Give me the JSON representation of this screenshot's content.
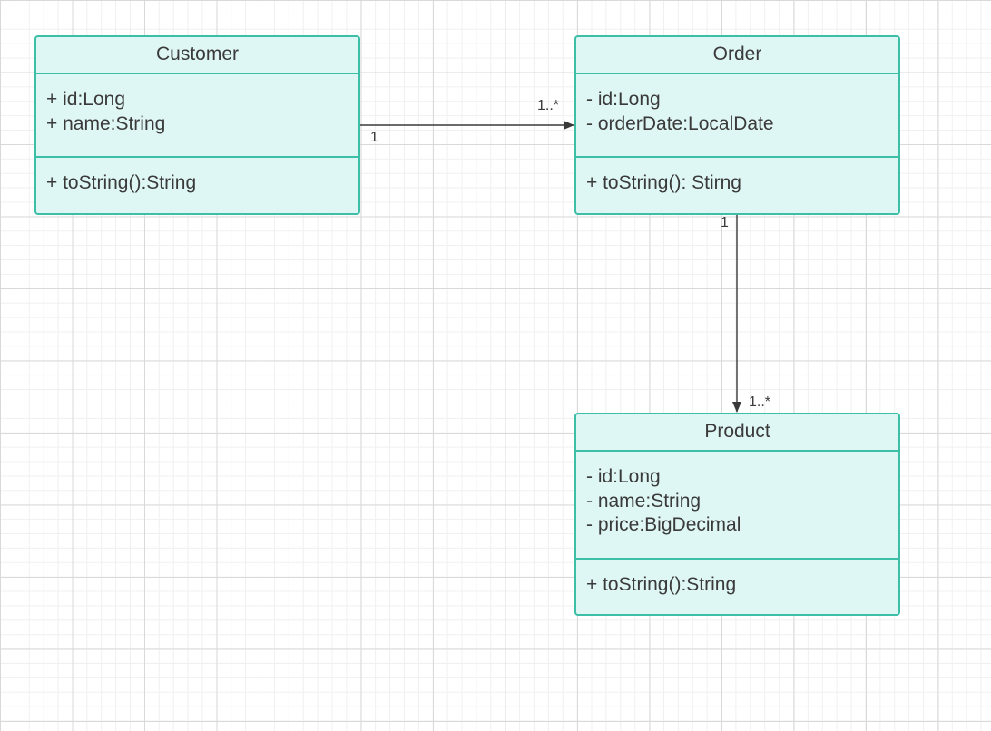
{
  "diagram": {
    "classes": [
      {
        "name": "Customer",
        "attributes": [
          "+ id:Long",
          "+ name:String"
        ],
        "operations": [
          "+ toString():String"
        ]
      },
      {
        "name": "Order",
        "attributes": [
          "- id:Long",
          "- orderDate:LocalDate"
        ],
        "operations": [
          "+ toString(): Stirng"
        ]
      },
      {
        "name": "Product",
        "attributes": [
          "- id:Long",
          "- name:String",
          "- price:BigDecimal"
        ],
        "operations": [
          "+ toString():String"
        ]
      }
    ],
    "associations": [
      {
        "from": "Customer",
        "to": "Order",
        "from_multiplicity": "1",
        "to_multiplicity": "1..*"
      },
      {
        "from": "Order",
        "to": "Product",
        "from_multiplicity": "1",
        "to_multiplicity": "1..*"
      }
    ],
    "colors": {
      "class_fill": "#dff7f4",
      "class_border": "#3dbfa7",
      "connector": "#3a3a3a",
      "text": "#3a3a3a"
    }
  }
}
